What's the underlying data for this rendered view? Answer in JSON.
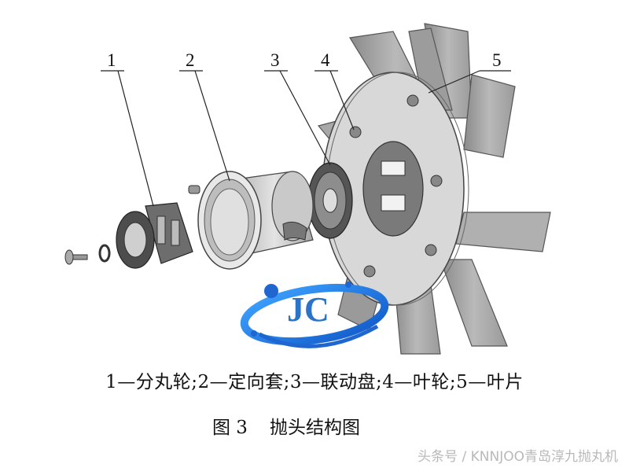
{
  "callouts": [
    "1",
    "2",
    "3",
    "4",
    "5"
  ],
  "legend": "1—分丸轮;2—定向套;3—联动盘;4—叶轮;5—叶片",
  "caption": {
    "figure_no": "图 3",
    "title": "抛头结构图"
  },
  "watermark": "头条号 / KNNJOO青岛淳九抛丸机",
  "logo": {
    "text": "JC",
    "color": "#2a73c8"
  }
}
